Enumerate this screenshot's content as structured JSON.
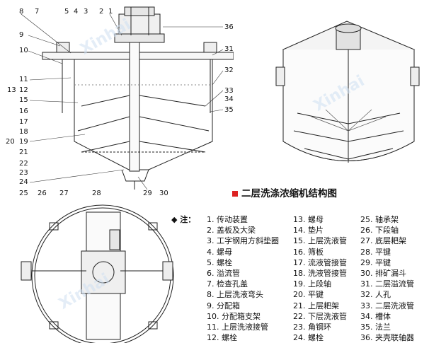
{
  "title": "二层洗涤浓缩机结构图",
  "note_label": "◆ 注：",
  "watermark": "Xinhai",
  "front_view_labels": {
    "top_row": [
      "8",
      "7",
      "5",
      "4",
      "3",
      "2",
      "1"
    ],
    "left": [
      "9",
      "10",
      "11",
      "13",
      "12",
      "15",
      "16",
      "17",
      "18",
      "20",
      "19",
      "21",
      "22",
      "23",
      "24",
      "25"
    ],
    "bottom": [
      "26",
      "27",
      "28",
      "29",
      "30"
    ],
    "right": [
      "36",
      "31",
      "32",
      "33",
      "34",
      "35"
    ]
  },
  "parts": [
    "1. 传动装置",
    "2. 盖板及大梁",
    "3. 工字钢用方斜垫圈",
    "4. 螺母",
    "5. 螺栓",
    "6. 溢流管",
    "7. 检查孔盖",
    "8. 上层洗液弯头",
    "9. 分配箱",
    "10. 分配箱支架",
    "11. 上层洗液接管",
    "12. 螺栓",
    "13. 螺母",
    "14. 垫片",
    "15. 上层洗液管",
    "16. 筛板",
    "17. 流液管接管",
    "18. 洗液管接管",
    "19. 上段轴",
    "20. 平键",
    "21. 上层耙架",
    "22. 下层洗液管",
    "23. 角钢环",
    "24. 螺栓",
    "25. 轴承架",
    "26. 下段轴",
    "27. 底层耙架",
    "28. 平键",
    "29. 平键",
    "30. 排矿漏斗",
    "31. 二层溢流管",
    "32. 人孔",
    "33. 二层洗液管",
    "34. 槽体",
    "35. 法兰",
    "36. 夹壳联轴器"
  ]
}
